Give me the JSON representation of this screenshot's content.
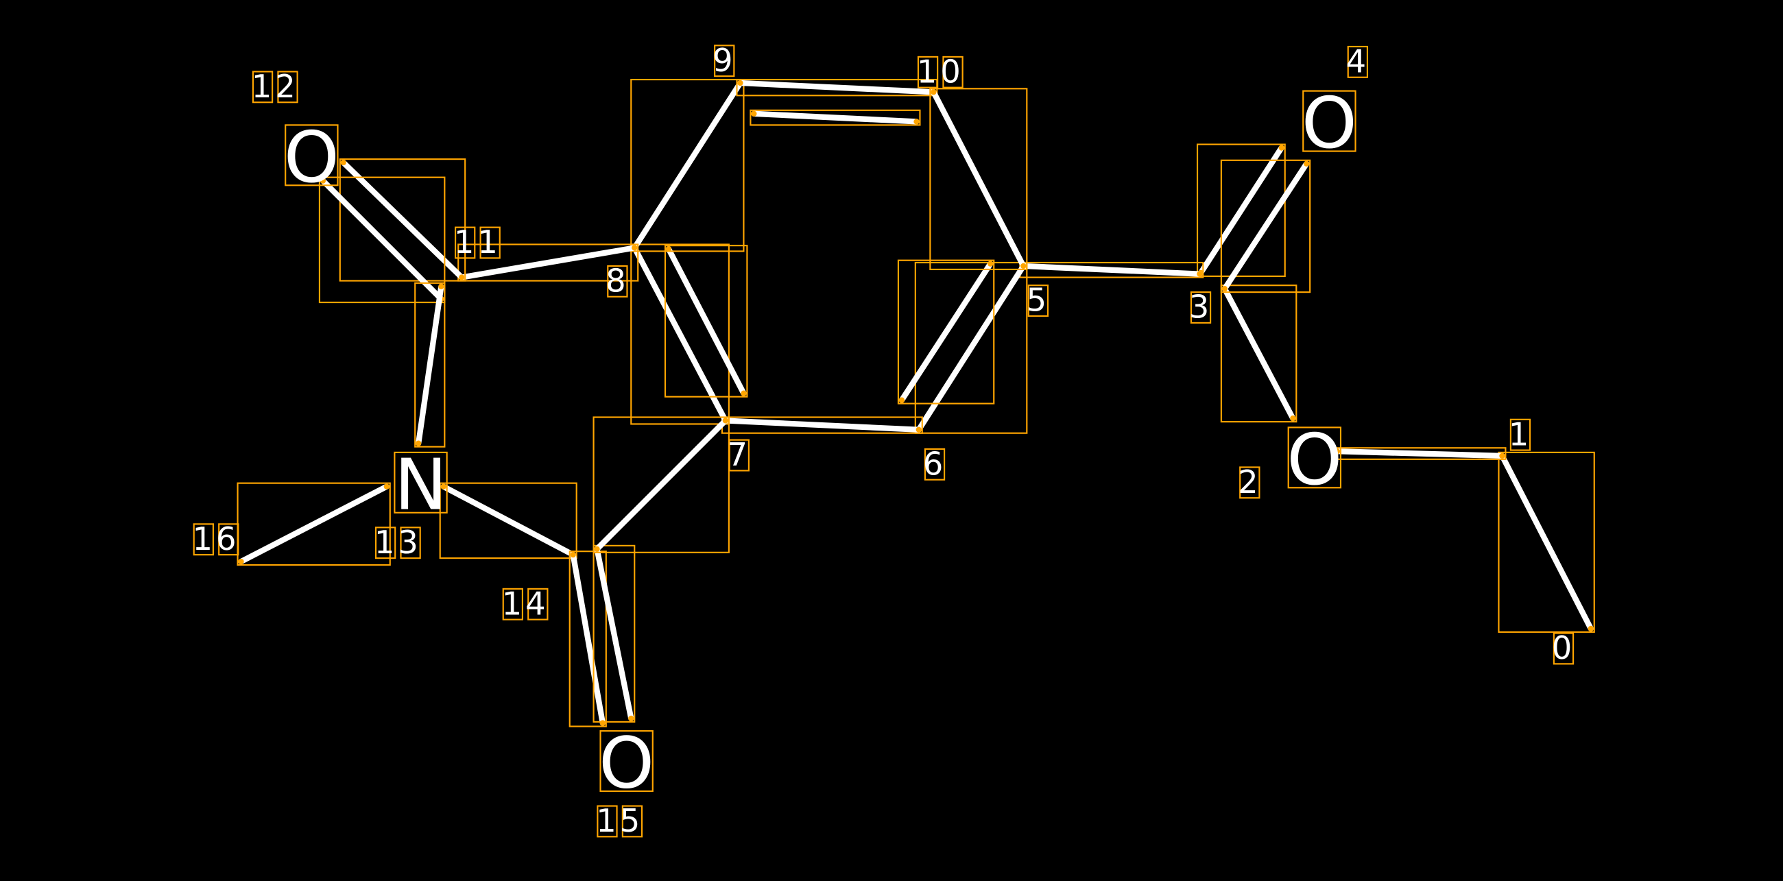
{
  "title": "Molecule structure with atom indices",
  "colors": {
    "background": "#000000",
    "bond": "#FFFFFF",
    "box": "#FFA500"
  },
  "atoms": [
    {
      "index": "0",
      "element": ""
    },
    {
      "index": "1",
      "element": ""
    },
    {
      "index": "2",
      "element": "O"
    },
    {
      "index": "3",
      "element": ""
    },
    {
      "index": "4",
      "element": "O"
    },
    {
      "index": "5",
      "element": ""
    },
    {
      "index": "6",
      "element": ""
    },
    {
      "index": "7",
      "element": ""
    },
    {
      "index": "8",
      "element": ""
    },
    {
      "index": "9",
      "element": ""
    },
    {
      "index": "10",
      "element": ""
    },
    {
      "index": "11",
      "element": ""
    },
    {
      "index": "12",
      "element": "O"
    },
    {
      "index": "13",
      "element": "N"
    },
    {
      "index": "14",
      "element": ""
    },
    {
      "index": "15",
      "element": "O"
    },
    {
      "index": "16",
      "element": ""
    }
  ],
  "bonds": [
    {
      "from": "0",
      "to": "1",
      "order": 1
    },
    {
      "from": "1",
      "to": "2",
      "order": 1
    },
    {
      "from": "2",
      "to": "3",
      "order": 1
    },
    {
      "from": "3",
      "to": "4",
      "order": 2
    },
    {
      "from": "3",
      "to": "5",
      "order": 1
    },
    {
      "from": "5",
      "to": "6",
      "order": 2
    },
    {
      "from": "6",
      "to": "7",
      "order": 1
    },
    {
      "from": "7",
      "to": "8",
      "order": 2
    },
    {
      "from": "8",
      "to": "9",
      "order": 1
    },
    {
      "from": "9",
      "to": "10",
      "order": 2
    },
    {
      "from": "10",
      "to": "5",
      "order": 1
    },
    {
      "from": "8",
      "to": "11",
      "order": 1
    },
    {
      "from": "11",
      "to": "12",
      "order": 2
    },
    {
      "from": "11",
      "to": "13",
      "order": 1
    },
    {
      "from": "13",
      "to": "14",
      "order": 1
    },
    {
      "from": "14",
      "to": "15",
      "order": 2
    },
    {
      "from": "14",
      "to": "7",
      "order": 1
    },
    {
      "from": "13",
      "to": "16",
      "order": 1
    }
  ]
}
